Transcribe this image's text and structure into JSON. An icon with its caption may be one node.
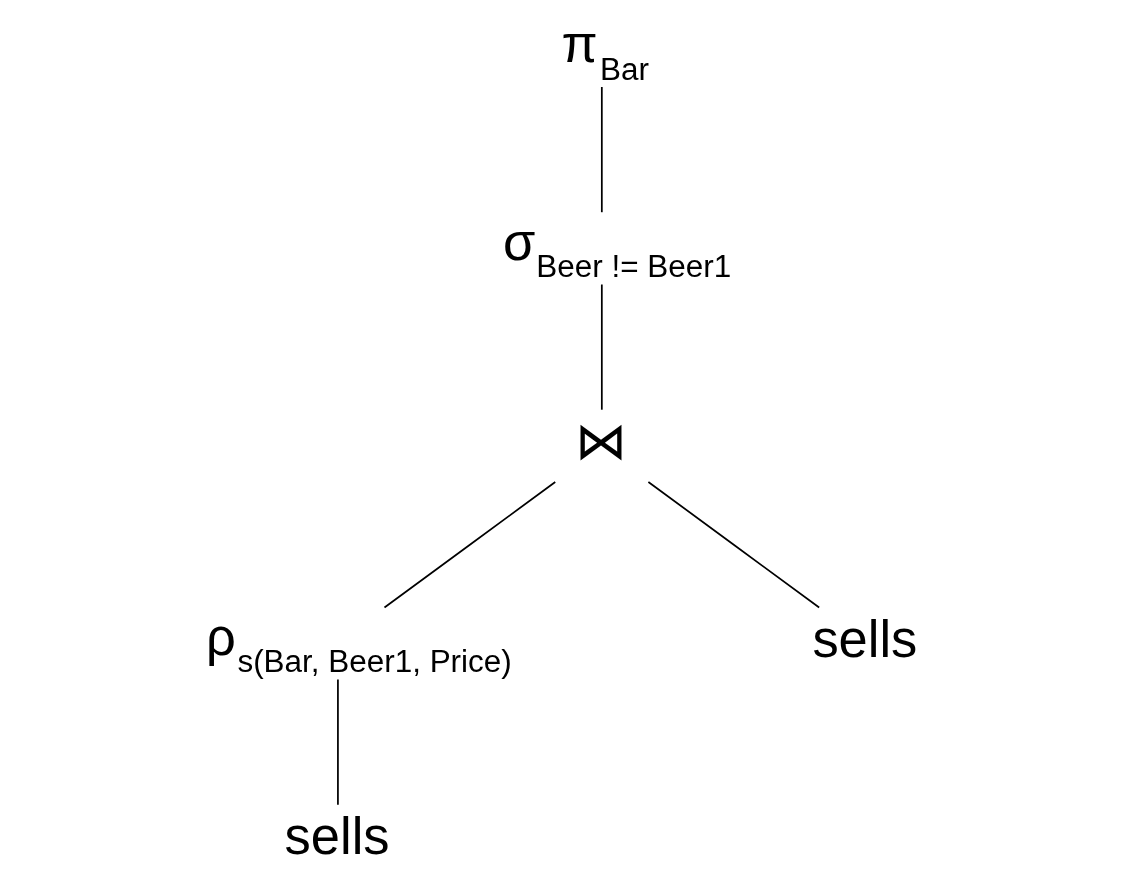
{
  "diagram": {
    "nodes": [
      {
        "text": [
          "π$_{Bar}$"
        ]
      },
      {
        "text": [
          "σ$_{Beer != Beer1}$"
        ]
      },
      {
        "text": [
          "⋈"
        ]
      },
      {
        "text": [
          "ρ$_{s(Bar, Beer1, Price)}$"
        ]
      },
      {
        "text": [
          "sells"
        ]
      },
      {
        "text": [
          "sells"
        ]
      }
    ],
    "edges": [
      {
        "from": 0,
        "to": 1,
        "arrow": "none"
      },
      {
        "from": 1,
        "to": 2,
        "arrow": "none"
      },
      {
        "from": 2,
        "to": 3,
        "arrow": "none"
      },
      {
        "from": 3,
        "to": 4,
        "arrow": "none"
      },
      {
        "from": 2,
        "to": 5,
        "arrow": "none"
      }
    ]
  }
}
